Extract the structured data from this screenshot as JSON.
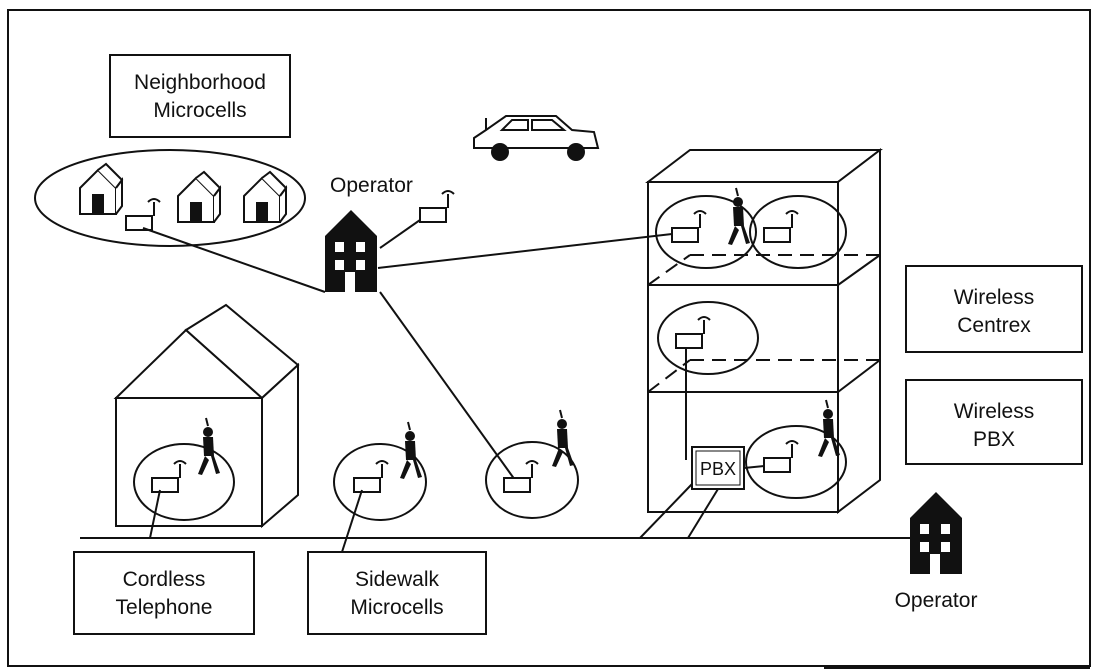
{
  "labels": {
    "neighborhood": [
      "Neighborhood",
      "Microcells"
    ],
    "operator_top": "Operator",
    "operator_bottom": "Operator",
    "wireless_centrex": [
      "Wireless",
      "Centrex"
    ],
    "wireless_pbx": [
      "Wireless",
      "PBX"
    ],
    "cordless": [
      "Cordless",
      "Telephone"
    ],
    "sidewalk": [
      "Sidewalk",
      "Microcells"
    ],
    "pbx": "PBX"
  },
  "icons": [
    "house-icon",
    "office-building-icon",
    "car-icon",
    "person-icon",
    "base-station-icon"
  ],
  "colors": {
    "ink": "#111111",
    "background": "#ffffff"
  }
}
